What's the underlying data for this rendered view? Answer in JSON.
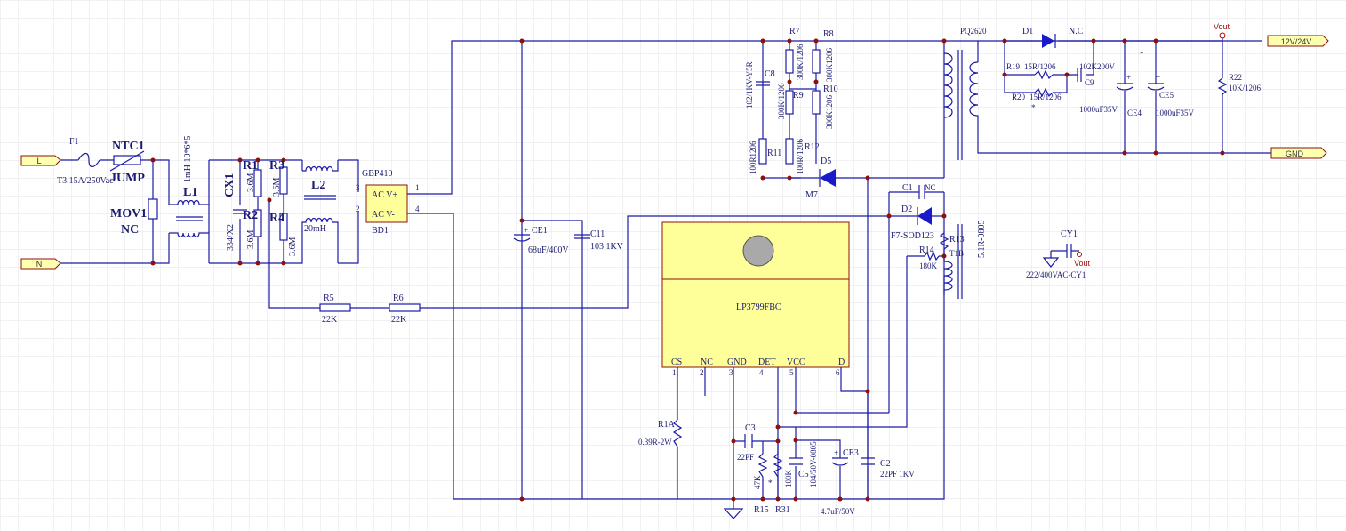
{
  "colors": {
    "wire": "#1a1aa6",
    "junction": "#8b1010",
    "ic_fill": "#ffff99",
    "port_fill": "#ffffb0",
    "grid": "#e3e3ea"
  },
  "ports": {
    "line": "L",
    "neutral": "N",
    "out_pos": "12V/24V",
    "out_gnd": "GND"
  },
  "fuse": {
    "ref": "F1",
    "value": "T3.15A/250Vac"
  },
  "ntc": {
    "ref": "NTC1",
    "value": "JUMP"
  },
  "mov": {
    "ref": "MOV1",
    "value": "NC"
  },
  "l1": {
    "ref": "L1",
    "value": "1mH 10*6*5"
  },
  "cx1": {
    "ref": "CX1",
    "value": "334/X2"
  },
  "r1": {
    "ref": "R1",
    "value": "3.6M"
  },
  "r2": {
    "ref": "R2",
    "value": "3.6M"
  },
  "r3": {
    "ref": "R3",
    "value": "3.6M"
  },
  "r4": {
    "ref": "R4",
    "value": "3.6M"
  },
  "l2": {
    "ref": "L2",
    "value": "20mH"
  },
  "bd1": {
    "ref": "BD1",
    "value": "GBP410",
    "pin_acp": "AC V+",
    "pin_acn": "AC  V-",
    "p1": "1",
    "p2": "2",
    "p3": "3",
    "p4": "4"
  },
  "r5": {
    "ref": "R5",
    "value": "22K"
  },
  "r6": {
    "ref": "R6",
    "value": "22K"
  },
  "ce1": {
    "ref": "CE1",
    "value": "68uF/400V"
  },
  "c11": {
    "ref": "C11",
    "value": "103 1KV"
  },
  "r7": {
    "ref": "R7",
    "value": "300K/1206"
  },
  "r8": {
    "ref": "R8",
    "value": "300K1206"
  },
  "r9": {
    "ref": "R9",
    "value": "300K/1206"
  },
  "r10": {
    "ref": "R10",
    "value": "300K1206"
  },
  "c8": {
    "ref": "C8",
    "value": "102/1KV-Y5R"
  },
  "r11": {
    "ref": "R11",
    "value": "100R1206"
  },
  "r12": {
    "ref": "R12",
    "value": "100R/1206"
  },
  "d5": {
    "ref": "D5",
    "value": "M7"
  },
  "t1": {
    "ref": "PQ2620",
    "sub": "T1B",
    "rvalue": "5.1R-0805"
  },
  "d1": {
    "ref": "D1",
    "value": "N.C"
  },
  "r19": {
    "ref": "R19",
    "value": "15R/1206"
  },
  "r20": {
    "ref": "R20",
    "value": "15R/1206",
    "mark": "*"
  },
  "c9": {
    "ref": "C9",
    "value": "102K200V"
  },
  "ce4": {
    "ref": "CE4",
    "value": "1000uF35V",
    "mark": "*"
  },
  "ce5": {
    "ref": "CE5",
    "value": "1000uF35V"
  },
  "r22": {
    "ref": "R22",
    "value": "10K/1206"
  },
  "vout": "Vout",
  "c1": {
    "ref": "C1",
    "value": "NC"
  },
  "d2": {
    "ref": "D2",
    "value": "F7-SOD123"
  },
  "r13": {
    "ref": "R13"
  },
  "r14": {
    "ref": "R14",
    "value": "180K"
  },
  "cy1": {
    "ref": "CY1",
    "value": "222/400VAC-CY1",
    "vout": "Vout"
  },
  "ic": {
    "name": "LP3799FBC",
    "pins": [
      {
        "num": "1",
        "name": "CS"
      },
      {
        "num": "2",
        "name": "NC"
      },
      {
        "num": "3",
        "name": "GND"
      },
      {
        "num": "4",
        "name": "DET"
      },
      {
        "num": "5",
        "name": "VCC"
      },
      {
        "num": "6",
        "name": "D"
      }
    ]
  },
  "r1a": {
    "ref": "R1A",
    "value": "0.39R-2W"
  },
  "c3": {
    "ref": "C3",
    "value": "22PF"
  },
  "r15": {
    "ref": "R15",
    "value": "47K"
  },
  "r31": {
    "ref": "R31",
    "value": "100K",
    "mark": "*"
  },
  "c5": {
    "ref": "C5",
    "value": "104/50V-0805"
  },
  "ce3": {
    "ref": "CE3",
    "value": "4.7uF/50V"
  },
  "c2": {
    "ref": "C2",
    "value": "22PF 1KV"
  }
}
